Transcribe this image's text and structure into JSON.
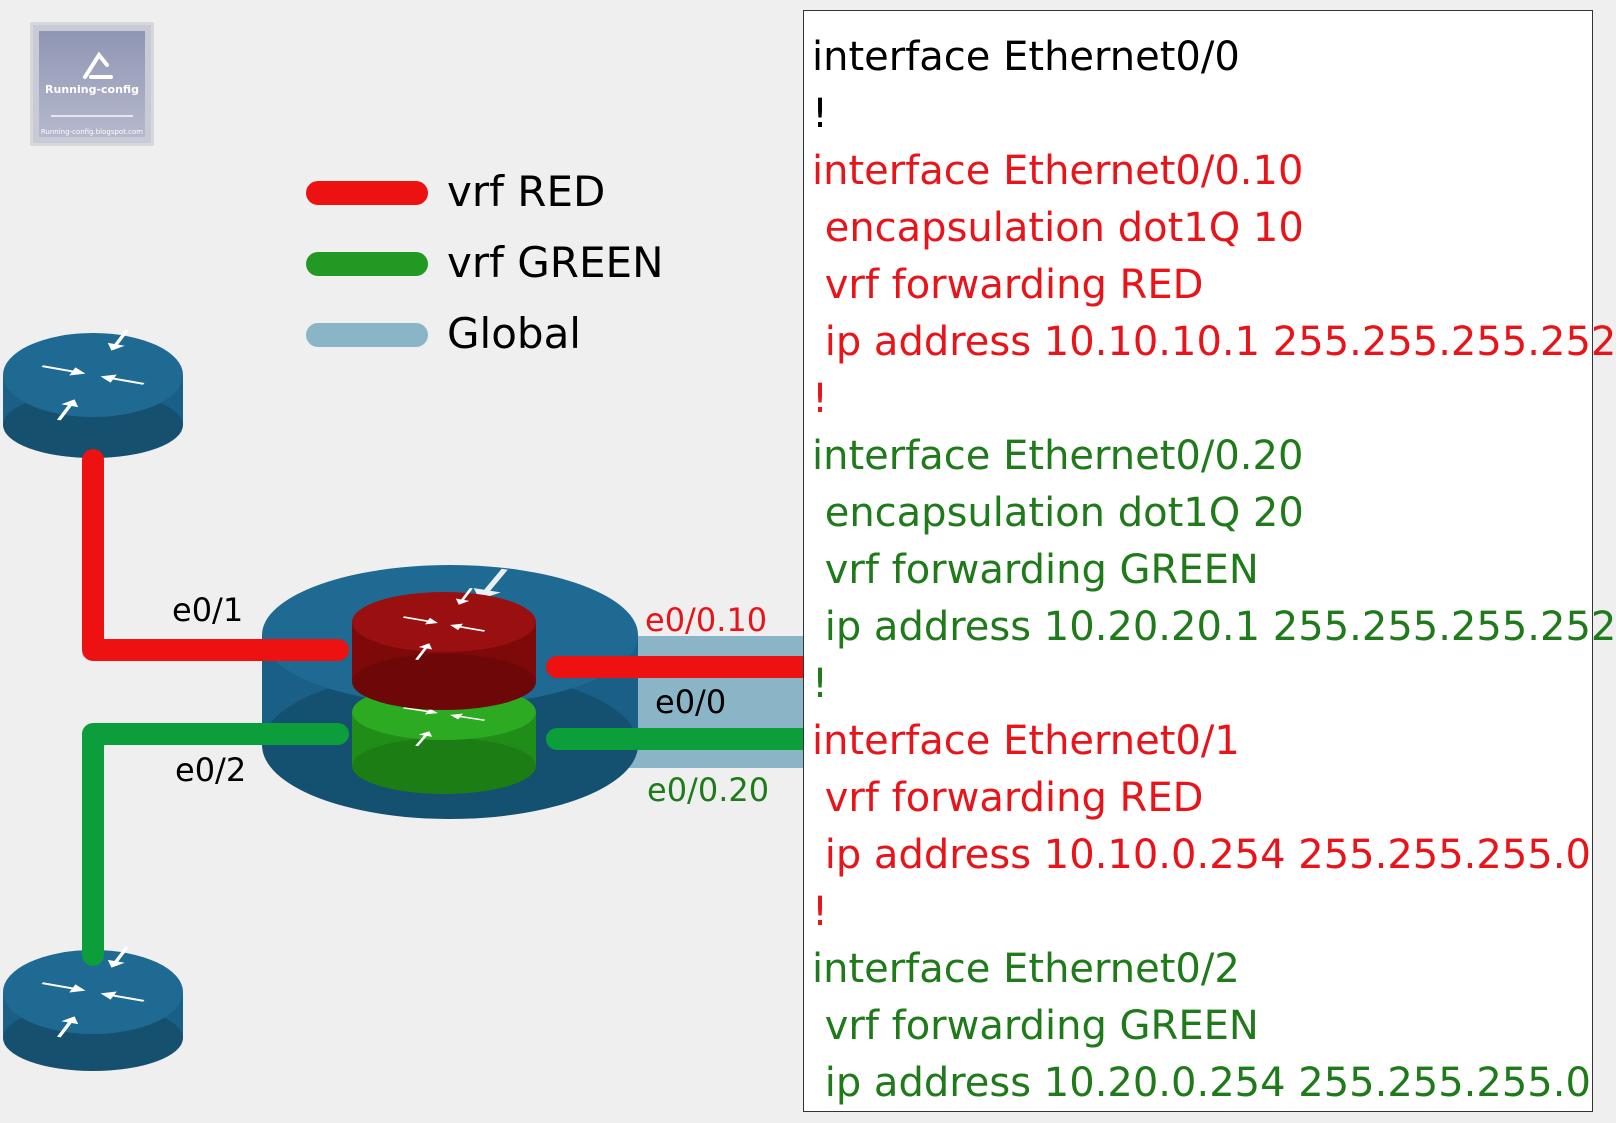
{
  "logo": {
    "title": "Running-config",
    "url": "Running-config.blogspot.com"
  },
  "legend": [
    {
      "label": "vrf RED",
      "color": "#ee1111"
    },
    {
      "label": "vrf GREEN",
      "color": "#229922"
    },
    {
      "label": "Global",
      "color": "#8ab5c6"
    }
  ],
  "interfaces": {
    "e0_1": "e0/1",
    "e0_2": "e0/2",
    "e0_0_10": "e0/0.10",
    "e0_0": "e0/0",
    "e0_0_20": "e0/0.20"
  },
  "colors": {
    "red_link": "#ee1111",
    "green_link": "#0b9e3a",
    "global_link": "#8ab5c6",
    "router_blue": "#1a5f86",
    "red_vrf_router": "#8b0a0a",
    "green_vrf_router": "#29a11f",
    "config_black": "#000000",
    "config_red": "#e8141a",
    "config_green": "#1f7a1a"
  },
  "config": [
    {
      "text": "interface Ethernet0/0",
      "color": "#000000"
    },
    {
      "text": "!",
      "color": "#000000"
    },
    {
      "text": "interface Ethernet0/0.10",
      "color": "#e8141a"
    },
    {
      "text": " encapsulation dot1Q 10",
      "color": "#e8141a"
    },
    {
      "text": " vrf forwarding RED",
      "color": "#e8141a"
    },
    {
      "text": " ip address 10.10.10.1 255.255.255.252",
      "color": "#e8141a"
    },
    {
      "text": "!",
      "color": "#e8141a"
    },
    {
      "text": "interface Ethernet0/0.20",
      "color": "#1f7a1a"
    },
    {
      "text": " encapsulation dot1Q 20",
      "color": "#1f7a1a"
    },
    {
      "text": " vrf forwarding GREEN",
      "color": "#1f7a1a"
    },
    {
      "text": " ip address 10.20.20.1 255.255.255.252",
      "color": "#1f7a1a"
    },
    {
      "text": "!",
      "color": "#1f7a1a"
    },
    {
      "text": "interface Ethernet0/1",
      "color": "#e8141a"
    },
    {
      "text": " vrf forwarding RED",
      "color": "#e8141a"
    },
    {
      "text": " ip address 10.10.0.254 255.255.255.0",
      "color": "#e8141a"
    },
    {
      "text": "!",
      "color": "#e8141a"
    },
    {
      "text": "interface Ethernet0/2",
      "color": "#1f7a1a"
    },
    {
      "text": " vrf forwarding GREEN",
      "color": "#1f7a1a"
    },
    {
      "text": " ip address 10.20.0.254 255.255.255.0",
      "color": "#1f7a1a"
    }
  ]
}
